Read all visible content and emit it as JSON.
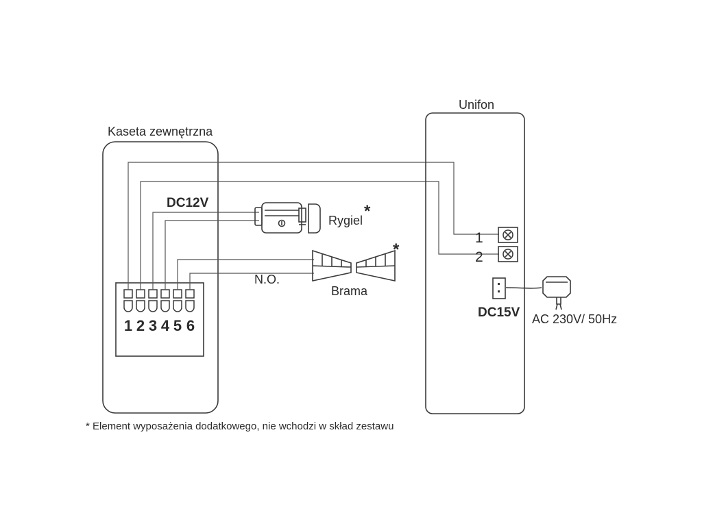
{
  "labels": {
    "kaseta": "Kaseta zewnętrzna",
    "unifon": "Unifon",
    "dc12v": "DC12V",
    "rygiel": "Rygiel",
    "brama": "Brama",
    "no": "N.O.",
    "dc15v": "DC15V",
    "ac": "AC 230V/ 50Hz",
    "asterisk": "*",
    "footnote": "* Element wyposażenia dodatkowego, nie wchodzi w skład zestawu"
  },
  "kaseta_terminals": [
    "1",
    "2",
    "3",
    "4",
    "5",
    "6"
  ],
  "unifon_terminals": [
    "1",
    "2"
  ],
  "colors": {
    "line": "#3a3a3a",
    "wire": "#555555",
    "text": "#2b2b2b"
  }
}
